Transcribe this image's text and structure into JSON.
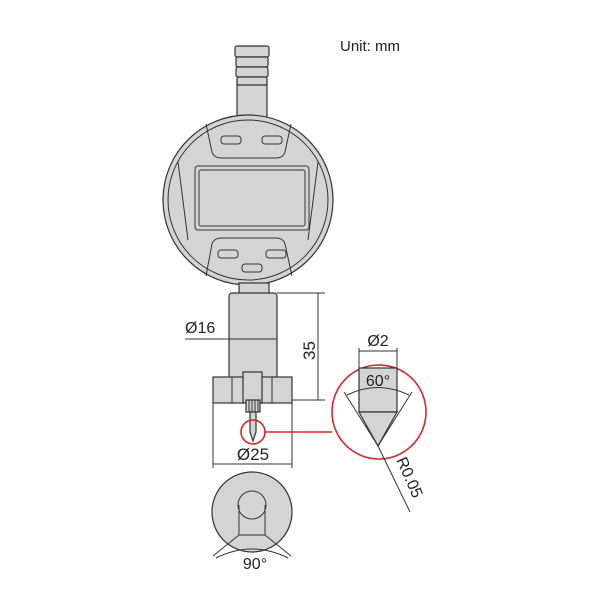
{
  "unit_label": "Unit: mm",
  "dimensions": {
    "stem_diameter": "Ø16",
    "stem_length": "35",
    "base_diameter": "Ø25",
    "tip_diameter": "Ø2",
    "tip_angle": "60°",
    "tip_radius": "R0.05",
    "base_notch_angle": "90°"
  },
  "colors": {
    "body": "#d4d4d4",
    "outline": "#333333",
    "detail_highlight": "#d9262c"
  }
}
